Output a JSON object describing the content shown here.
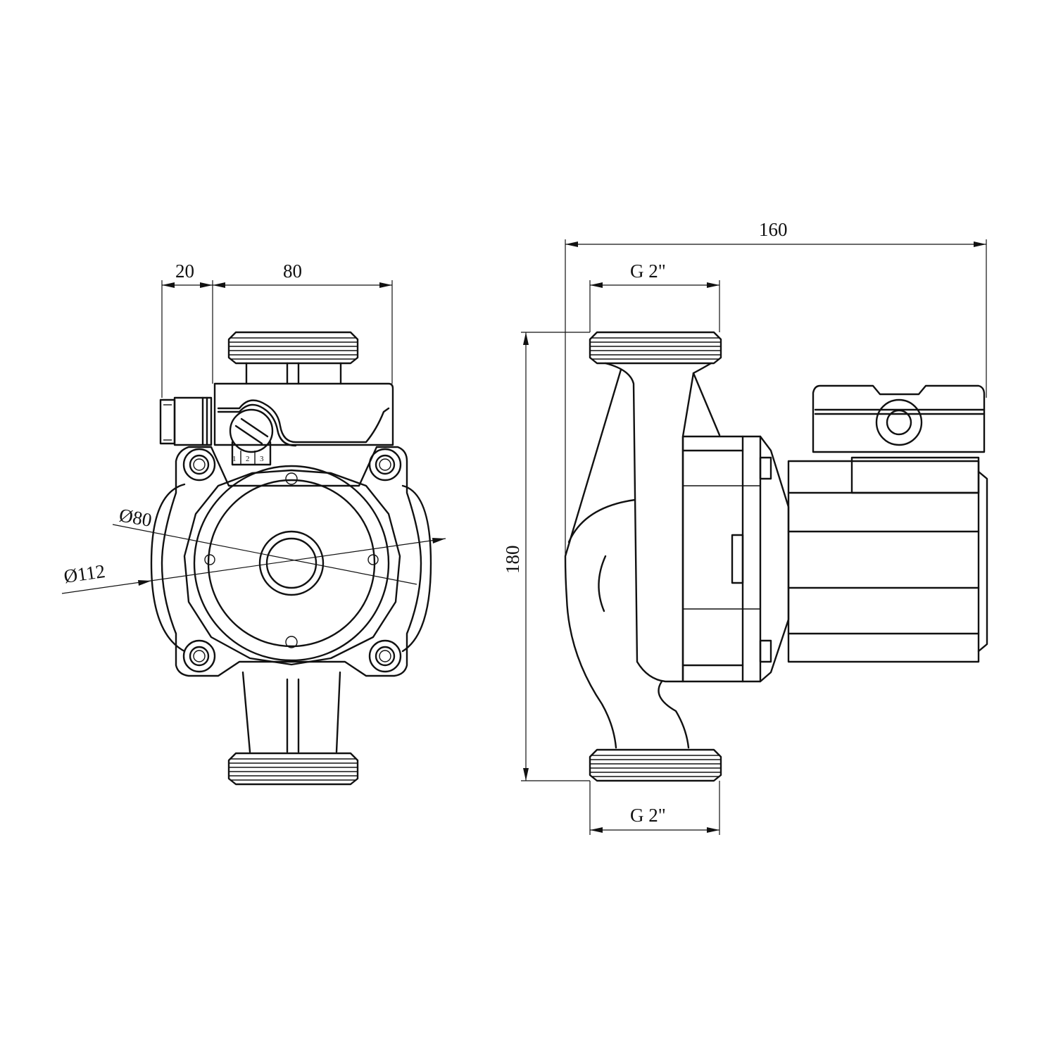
{
  "dimensions": {
    "width_offset": "20",
    "width_body": "80",
    "diameter_inner": "Ø80",
    "diameter_outer": "Ø112",
    "overall_length": "160",
    "overall_height": "180",
    "thread_top": "G 2\"",
    "thread_bottom": "G 2\""
  },
  "speed_selector": {
    "positions": [
      "1",
      "2",
      "3"
    ]
  }
}
